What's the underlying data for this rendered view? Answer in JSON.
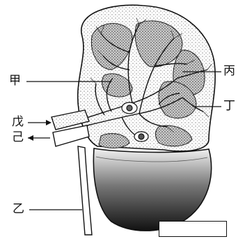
{
  "labels": {
    "jia": "甲",
    "yi": "乙",
    "bing": "丙",
    "ding": "丁",
    "wu": "戊",
    "ji": "己"
  },
  "colors": {
    "ink": "#111111",
    "medulla_fill": "#2b2b2b",
    "background": "#ffffff"
  }
}
